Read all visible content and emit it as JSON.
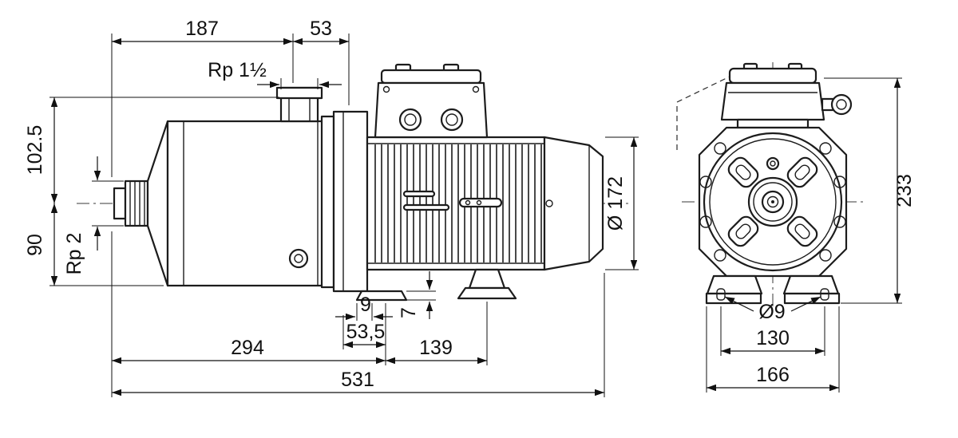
{
  "drawing": {
    "side_view": {
      "dims": {
        "d187": "187",
        "d53": "53",
        "rp112": "Rp 1½",
        "d1025": "102.5",
        "d90": "90",
        "rp2": "Rp 2",
        "d9": "9",
        "d7": "7",
        "d535": "53,5",
        "d294": "294",
        "d139": "139",
        "d531": "531",
        "d172": "Ø 172"
      }
    },
    "front_view": {
      "dims": {
        "d233": "233",
        "dhole": "Ø9",
        "d130": "130",
        "d166": "166"
      }
    }
  }
}
